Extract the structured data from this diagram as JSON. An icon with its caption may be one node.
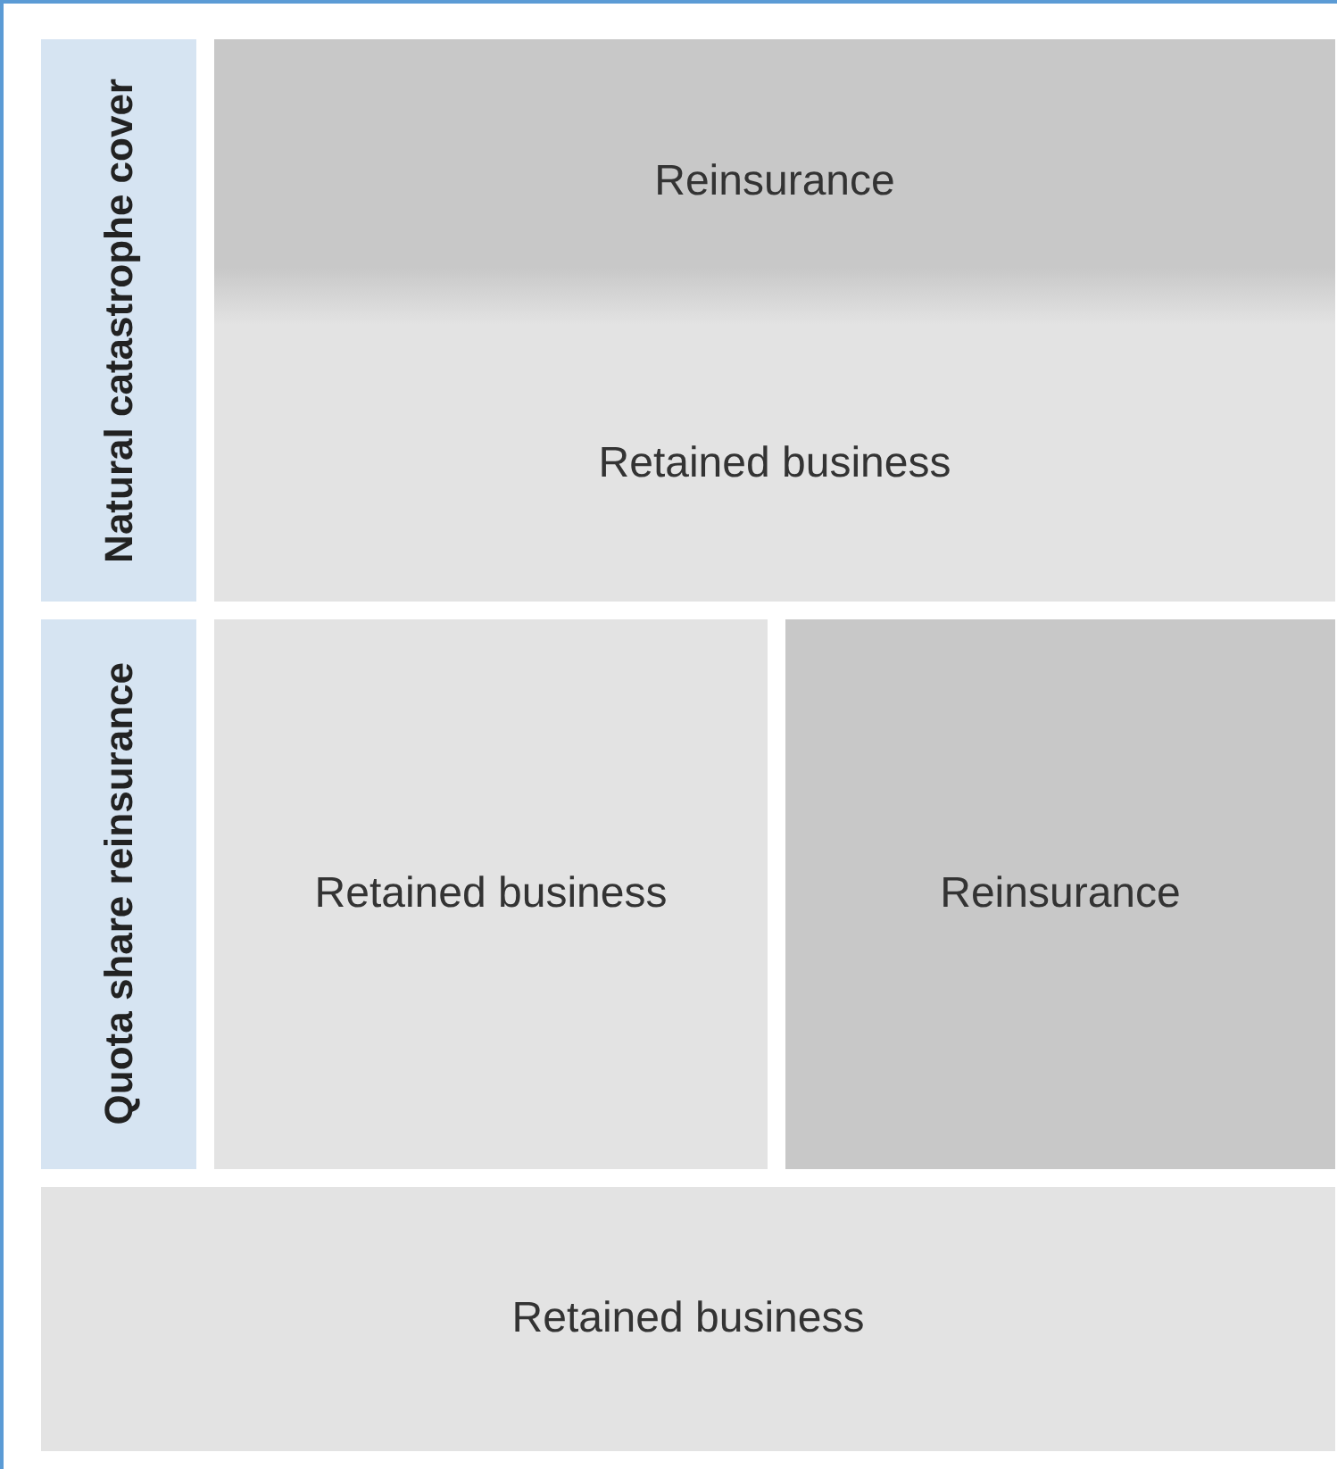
{
  "diagram": {
    "nodes": [
      {
        "text": [
          "Natural catastrophe cover"
        ]
      },
      {
        "text": [
          "Reinsurance"
        ]
      },
      {
        "text": [
          "Retained business"
        ]
      },
      {
        "text": [
          "Quota share reinsurance"
        ]
      },
      {
        "text": [
          "Retained business"
        ]
      },
      {
        "text": [
          "Reinsurance"
        ]
      },
      {
        "text": [
          "Retained business"
        ]
      }
    ]
  }
}
